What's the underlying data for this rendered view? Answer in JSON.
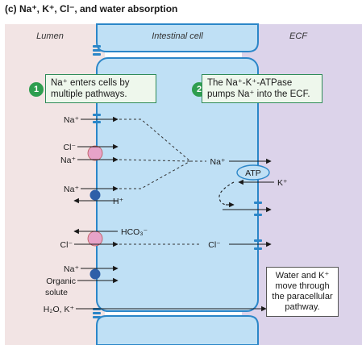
{
  "title": "(c) Na⁺, K⁺, Cl⁻, and water absorption",
  "regions": {
    "lumen": "Lumen",
    "cell": "Intestinal cell",
    "ecf": "ECF"
  },
  "callouts": [
    {
      "number": "1",
      "text": "Na⁺ enters cells by multiple pathways."
    },
    {
      "number": "2",
      "text": "The Na⁺-K⁺-ATPase pumps Na⁺ into the ECF."
    }
  ],
  "labels": {
    "na": "Na⁺",
    "cl": "Cl⁻",
    "h": "H⁺",
    "hco3": "HCO₃⁻",
    "k": "K⁺",
    "atp": "ATP",
    "organic": "Organic",
    "solute": "solute",
    "water_k": "H₂O, K⁺"
  },
  "note": "Water and K⁺ move through the paracellular pathway.",
  "colors": {
    "lumen_bg": "#f2e4e4",
    "cell_fill": "#bfe0f5",
    "cell_edge": "#2b86c8",
    "ecf_bg": "#dcd3ea",
    "pink_carrier": "#e7a3c8",
    "blue_carrier": "#2e5fa8",
    "callout_border": "#2e8b57"
  }
}
